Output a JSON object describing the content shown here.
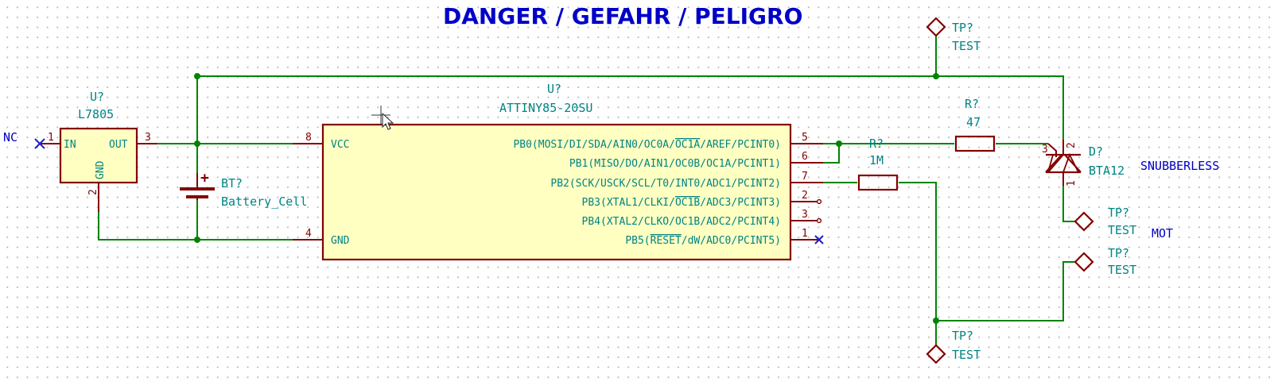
{
  "title": "DANGER / GEFAHR / PELIGRO",
  "notes": {
    "nc": "NC",
    "snubberless": "SNUBBERLESS",
    "mot": "MOT"
  },
  "regulator": {
    "ref": "U?",
    "value": "L7805",
    "pin_in": "IN",
    "pin_out": "OUT",
    "pin_gnd": "GND",
    "num_in": "1",
    "num_out": "3",
    "num_gnd": "2"
  },
  "battery": {
    "ref": "BT?",
    "value": "Battery_Cell",
    "plus": "+"
  },
  "mcu": {
    "ref": "U?",
    "value": "ATTINY85-20SU",
    "vcc": "VCC",
    "gnd": "GND",
    "num_vcc": "8",
    "num_gnd": "4",
    "pins": [
      {
        "label_pre": "PB0(MOSI/DI/SDA/AIN0/OC0A/",
        "label_bar": "OC1A",
        "label_post": "/AREF/PCINT0)",
        "num": "5"
      },
      {
        "label_pre": "PB1(MISO/DO/AIN1/OC0B/OC1A/PCINT1)",
        "label_bar": "",
        "label_post": "",
        "num": "6"
      },
      {
        "label_pre": "PB2(SCK/USCK/SCL/T0/INT0/ADC1/PCINT2)",
        "label_bar": "",
        "label_post": "",
        "num": "7"
      },
      {
        "label_pre": "PB3(XTAL1/CLKI/",
        "label_bar": "OC1B",
        "label_post": "/ADC3/PCINT3)",
        "num": "2"
      },
      {
        "label_pre": "PB4(XTAL2/CLKO/OC1B/ADC2/PCINT4)",
        "label_bar": "",
        "label_post": "",
        "num": "3"
      },
      {
        "label_pre": "PB5(",
        "label_bar": "RESET",
        "label_post": "/dW/ADC0/PCINT5)",
        "num": "1"
      }
    ]
  },
  "r_gate": {
    "ref": "R?",
    "value": "47"
  },
  "r_pull": {
    "ref": "R?",
    "value": "1M"
  },
  "triac": {
    "ref": "D?",
    "value": "BTA12",
    "num_a1": "1",
    "num_a2": "2",
    "num_g": "3"
  },
  "testpoints": [
    {
      "ref": "TP?",
      "value": "TEST"
    },
    {
      "ref": "TP?",
      "value": "TEST"
    },
    {
      "ref": "TP?",
      "value": "TEST"
    },
    {
      "ref": "TP?",
      "value": "TEST"
    }
  ]
}
